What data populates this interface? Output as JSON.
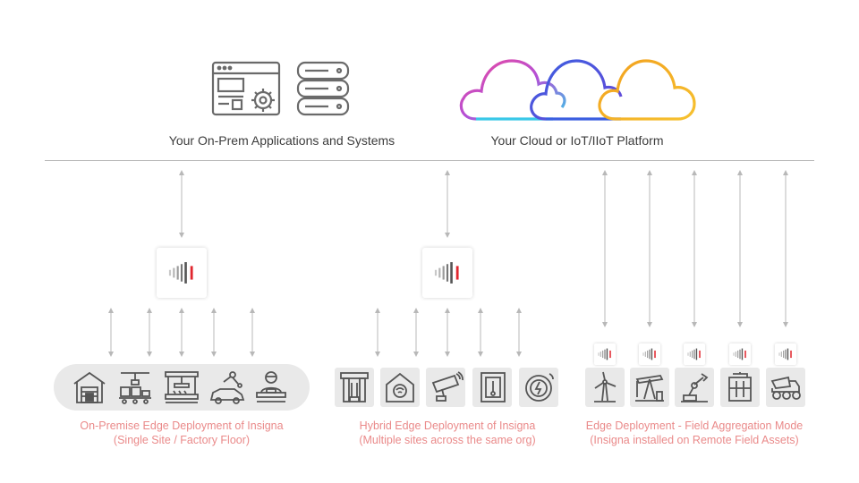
{
  "top": {
    "onprem_label": "Your On-Prem Applications and Systems",
    "cloud_label": "Your Cloud or IoT/IIoT Platform"
  },
  "sections": [
    {
      "caption_line1": "On-Premise Edge Deployment of Insigna",
      "caption_line2": "(Single Site / Factory Floor)"
    },
    {
      "caption_line1": "Hybrid Edge Deployment of Insigna",
      "caption_line2": "(Multiple sites across the same org)"
    },
    {
      "caption_line1": "Edge Deployment - Field Aggregation Mode",
      "caption_line2": "(Insigna installed on Remote Field Assets)"
    }
  ],
  "icons": {
    "onprem": [
      "application-window-icon",
      "database-server-icon"
    ],
    "cloud": [
      "cloud-icon"
    ],
    "onpremise_assets": [
      "warehouse-icon",
      "conveyor-line-icon",
      "factory-press-icon",
      "car-assembly-robot-icon",
      "operator-workstation-icon"
    ],
    "hybrid_assets": [
      "site-gateway-icon",
      "smart-home-icon",
      "security-camera-icon",
      "smart-meter-icon",
      "energy-dial-icon"
    ],
    "field_assets": [
      "wind-turbine-icon",
      "oil-pump-jack-icon",
      "robotic-arm-icon",
      "solar-storage-icon",
      "mining-truck-icon"
    ],
    "insigna_logo": "insigna-signal-logo-icon"
  },
  "colors": {
    "caption": "#ea8a8a",
    "logo_accent": "#e0262e",
    "cloud_pink": "#ec4a9c",
    "cloud_blue": "#3b5ee0",
    "cloud_orange": "#f2a01e",
    "cloud_cyan": "#39c8e8"
  }
}
